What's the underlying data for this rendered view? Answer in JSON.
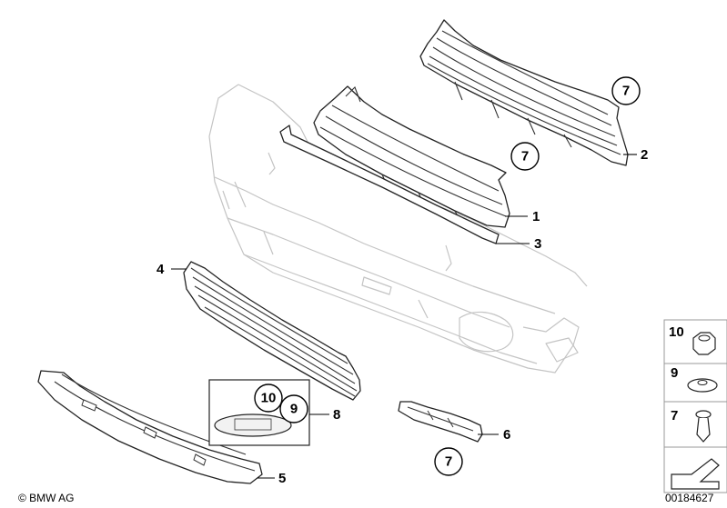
{
  "diagram": {
    "callouts": {
      "c1": "1",
      "c2": "2",
      "c3": "3",
      "c4": "4",
      "c5": "5",
      "c6": "6",
      "c8": "8",
      "c7a": "7",
      "c7b": "7",
      "c7c": "7",
      "c10": "10",
      "c9": "9"
    },
    "legend": {
      "l10": "10",
      "l9": "9",
      "l7": "7"
    },
    "footer": {
      "copyright": "© BMW AG",
      "diagram_number": "00184627"
    }
  }
}
